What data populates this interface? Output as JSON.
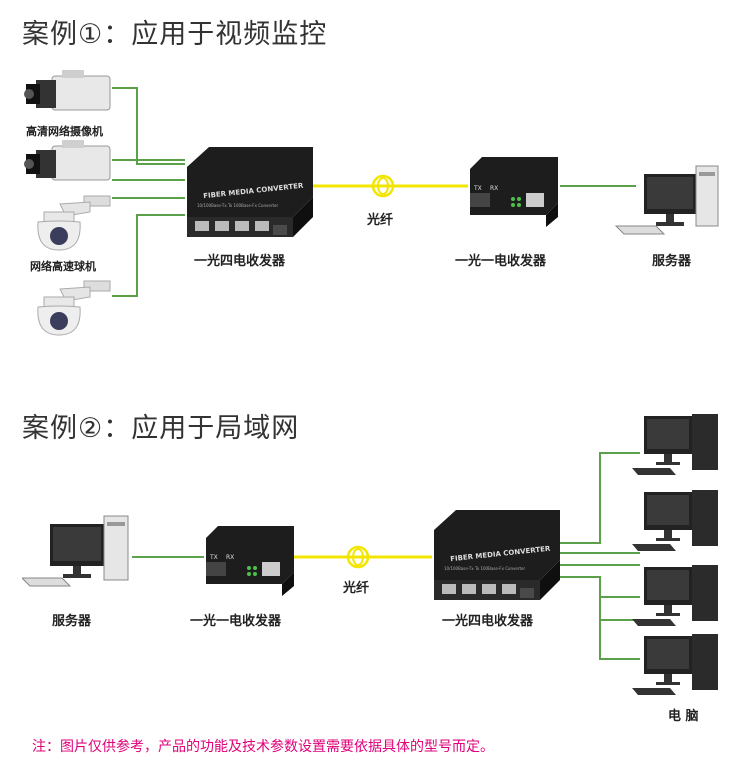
{
  "case1": {
    "title": "案例①：应用于视频监控",
    "camera_label": "高清网络摄像机",
    "dome_label": "网络高速球机",
    "converter_left_label": "一光四电收发器",
    "fiber_label": "光纤",
    "converter_right_label": "一光一电收发器",
    "server_label": "服务器"
  },
  "case2": {
    "title": "案例②：应用于局域网",
    "server_label": "服务器",
    "converter_left_label": "一光一电收发器",
    "fiber_label": "光纤",
    "converter_right_label": "一光四电收发器",
    "pc_label": "电 脑"
  },
  "device_text": {
    "fiber_media_converter": "FIBER MEDIA CONVERTER",
    "converter_subtitle": "10/100Base-Tx To 100Base-Fx Converter",
    "tx": "TX",
    "rx": "RX"
  },
  "note": "注：图片仅供参考，产品的功能及技术参数设置需要依据具体的型号而定。",
  "colors": {
    "network_line": "#5aa14a",
    "fiber_line": "#f2e600",
    "note_text": "#e0007a",
    "title_text": "#333333"
  }
}
